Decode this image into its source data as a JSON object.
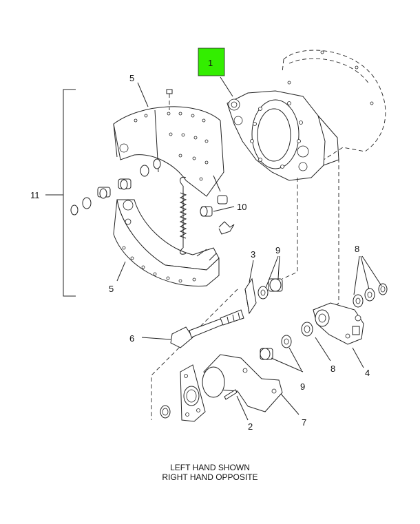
{
  "diagram": {
    "callouts": {
      "c1": "1",
      "c2": "2",
      "c3": "3",
      "c4": "4",
      "c5_top": "5",
      "c5_bottom": "5",
      "c6": "6",
      "c7": "7",
      "c8_right": "8",
      "c8_lower": "8",
      "c9_upper": "9",
      "c9_lower": "9",
      "c10": "10",
      "c11": "11"
    },
    "highlight_color": "#33ee00",
    "caption_line1": "LEFT HAND SHOWN",
    "caption_line2": "RIGHT HAND OPPOSITE"
  }
}
